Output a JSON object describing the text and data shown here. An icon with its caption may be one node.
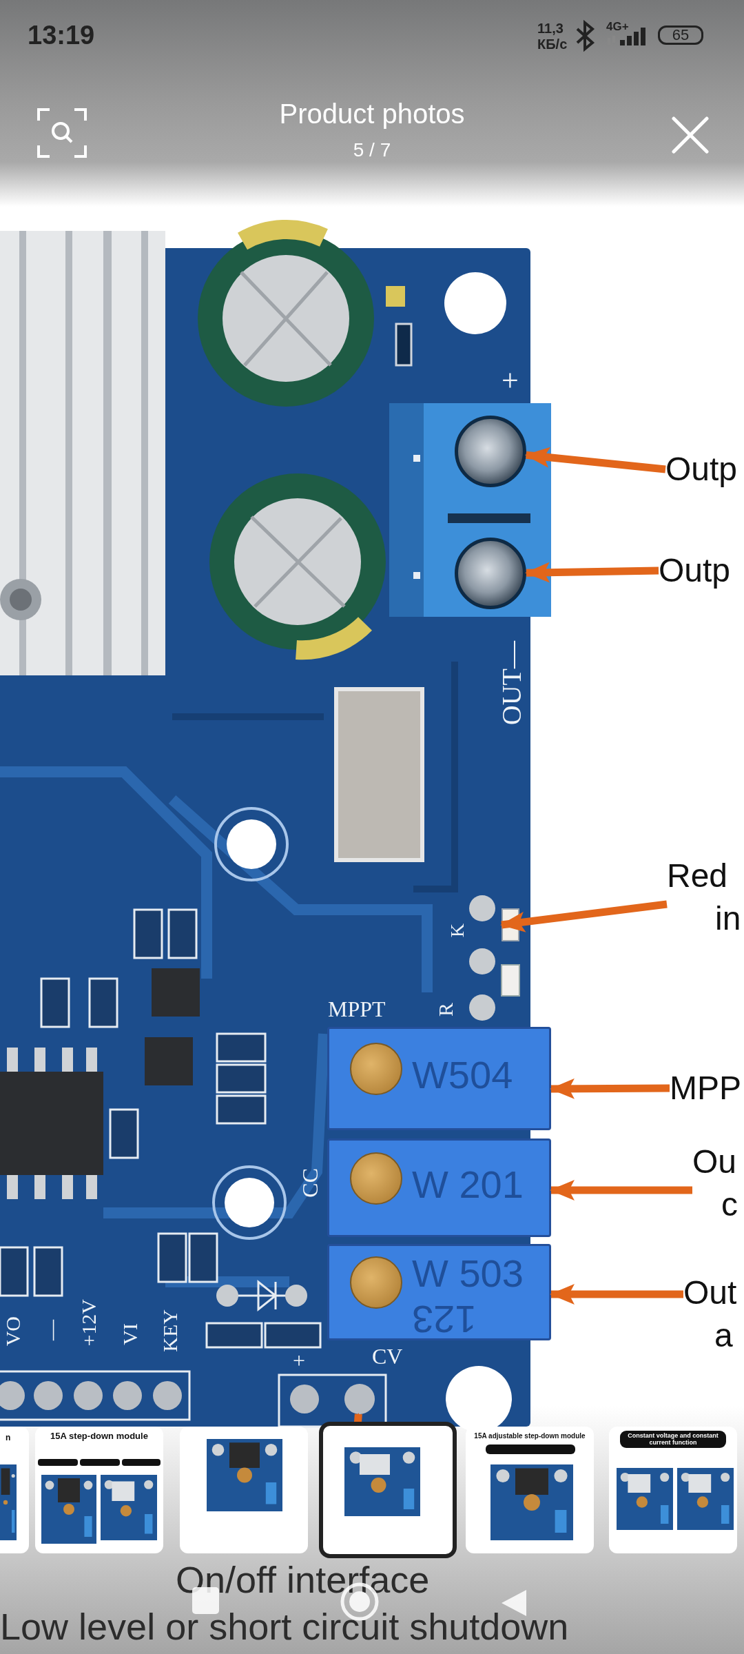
{
  "diagram": {
    "nodes": [
      {
        "text": [
          "Outp"
        ]
      },
      {
        "text": [],
        "shape": "circle"
      },
      {
        "text": [
          "Outp"
        ]
      },
      {
        "text": [],
        "shape": "circle"
      },
      {
        "text": [
          "Red",
          "in"
        ]
      },
      {
        "text": [],
        "shape": "box"
      },
      {
        "text": [
          "MPP"
        ]
      },
      {
        "text": [
          "W504"
        ]
      },
      {
        "text": [
          "Ou",
          "c"
        ]
      },
      {
        "text": [
          "W 201"
        ]
      },
      {
        "text": [
          "Out",
          "a"
        ]
      },
      {
        "text": [
          "W 503",
          "123"
        ]
      },
      {
        "text": [],
        "shape": "circle"
      },
      {
        "text": [
          "On/off interface",
          "Low level or short circuit shutdown"
        ]
      }
    ],
    "edges": [
      {
        "from": 0,
        "to": 1,
        "arrow": "to"
      },
      {
        "from": 2,
        "to": 3,
        "arrow": "to"
      },
      {
        "from": 4,
        "to": 5,
        "arrow": "to"
      },
      {
        "from": 6,
        "to": 7,
        "arrow": "to"
      },
      {
        "from": 8,
        "to": 9,
        "arrow": "to"
      },
      {
        "from": 10,
        "to": 11,
        "arrow": "to"
      },
      {
        "from": 13,
        "to": 12,
        "arrow": "to"
      }
    ],
    "labels": [
      "13:19",
      "11,3",
      "КБ/с",
      "4G+",
      "65",
      "Product photos",
      "5 / 7",
      "+",
      "OUT—",
      "MPPT",
      "R",
      "K",
      "CC",
      "CV",
      "VO",
      "—",
      "+12V",
      "VI",
      "KEY",
      "+",
      "n",
      "15A step-down module",
      "15A adjustable step-down module",
      "Constant voltage and constant current function"
    ]
  }
}
